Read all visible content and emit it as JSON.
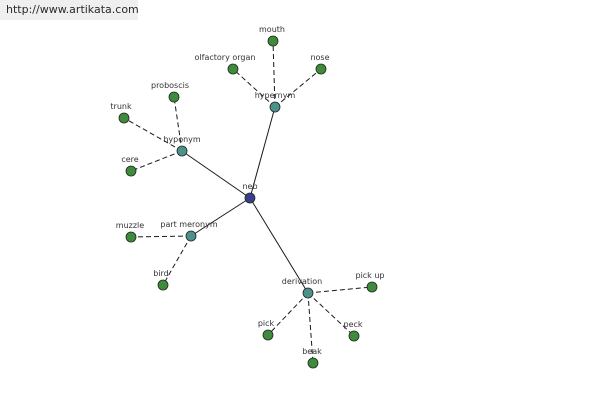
{
  "banner": {
    "url": "http://www.artikata.com"
  },
  "colors": {
    "root": "#3a3c8c",
    "relation": "#4f8f8c",
    "leaf": "#3f8a3c",
    "edge": "#1a1a1a"
  },
  "graph": {
    "root": {
      "id": "neb",
      "label": "neb",
      "kind": "root"
    },
    "relations": [
      {
        "id": "hypernym",
        "label": "hypernym",
        "kind": "relation",
        "parent": "neb"
      },
      {
        "id": "hyponym",
        "label": "hyponym",
        "kind": "relation",
        "parent": "neb"
      },
      {
        "id": "part-meronym",
        "label": "part meronym",
        "kind": "relation",
        "parent": "neb"
      },
      {
        "id": "derivation",
        "label": "derivation",
        "kind": "relation",
        "parent": "neb"
      }
    ],
    "leaves": [
      {
        "id": "mouth",
        "label": "mouth",
        "kind": "leaf",
        "parent": "hypernym"
      },
      {
        "id": "olfactory-organ",
        "label": "olfactory organ",
        "kind": "leaf",
        "parent": "hypernym"
      },
      {
        "id": "nose",
        "label": "nose",
        "kind": "leaf",
        "parent": "hypernym"
      },
      {
        "id": "proboscis",
        "label": "proboscis",
        "kind": "leaf",
        "parent": "hyponym"
      },
      {
        "id": "trunk",
        "label": "trunk",
        "kind": "leaf",
        "parent": "hyponym"
      },
      {
        "id": "cere",
        "label": "cere",
        "kind": "leaf",
        "parent": "hyponym"
      },
      {
        "id": "muzzle",
        "label": "muzzle",
        "kind": "leaf",
        "parent": "part-meronym"
      },
      {
        "id": "bird",
        "label": "bird",
        "kind": "leaf",
        "parent": "part-meronym"
      },
      {
        "id": "pick-up",
        "label": "pick up",
        "kind": "leaf",
        "parent": "derivation"
      },
      {
        "id": "pick",
        "label": "pick",
        "kind": "leaf",
        "parent": "derivation"
      },
      {
        "id": "peck",
        "label": "peck",
        "kind": "leaf",
        "parent": "derivation"
      },
      {
        "id": "beak",
        "label": "beak",
        "kind": "leaf",
        "parent": "derivation"
      }
    ]
  }
}
